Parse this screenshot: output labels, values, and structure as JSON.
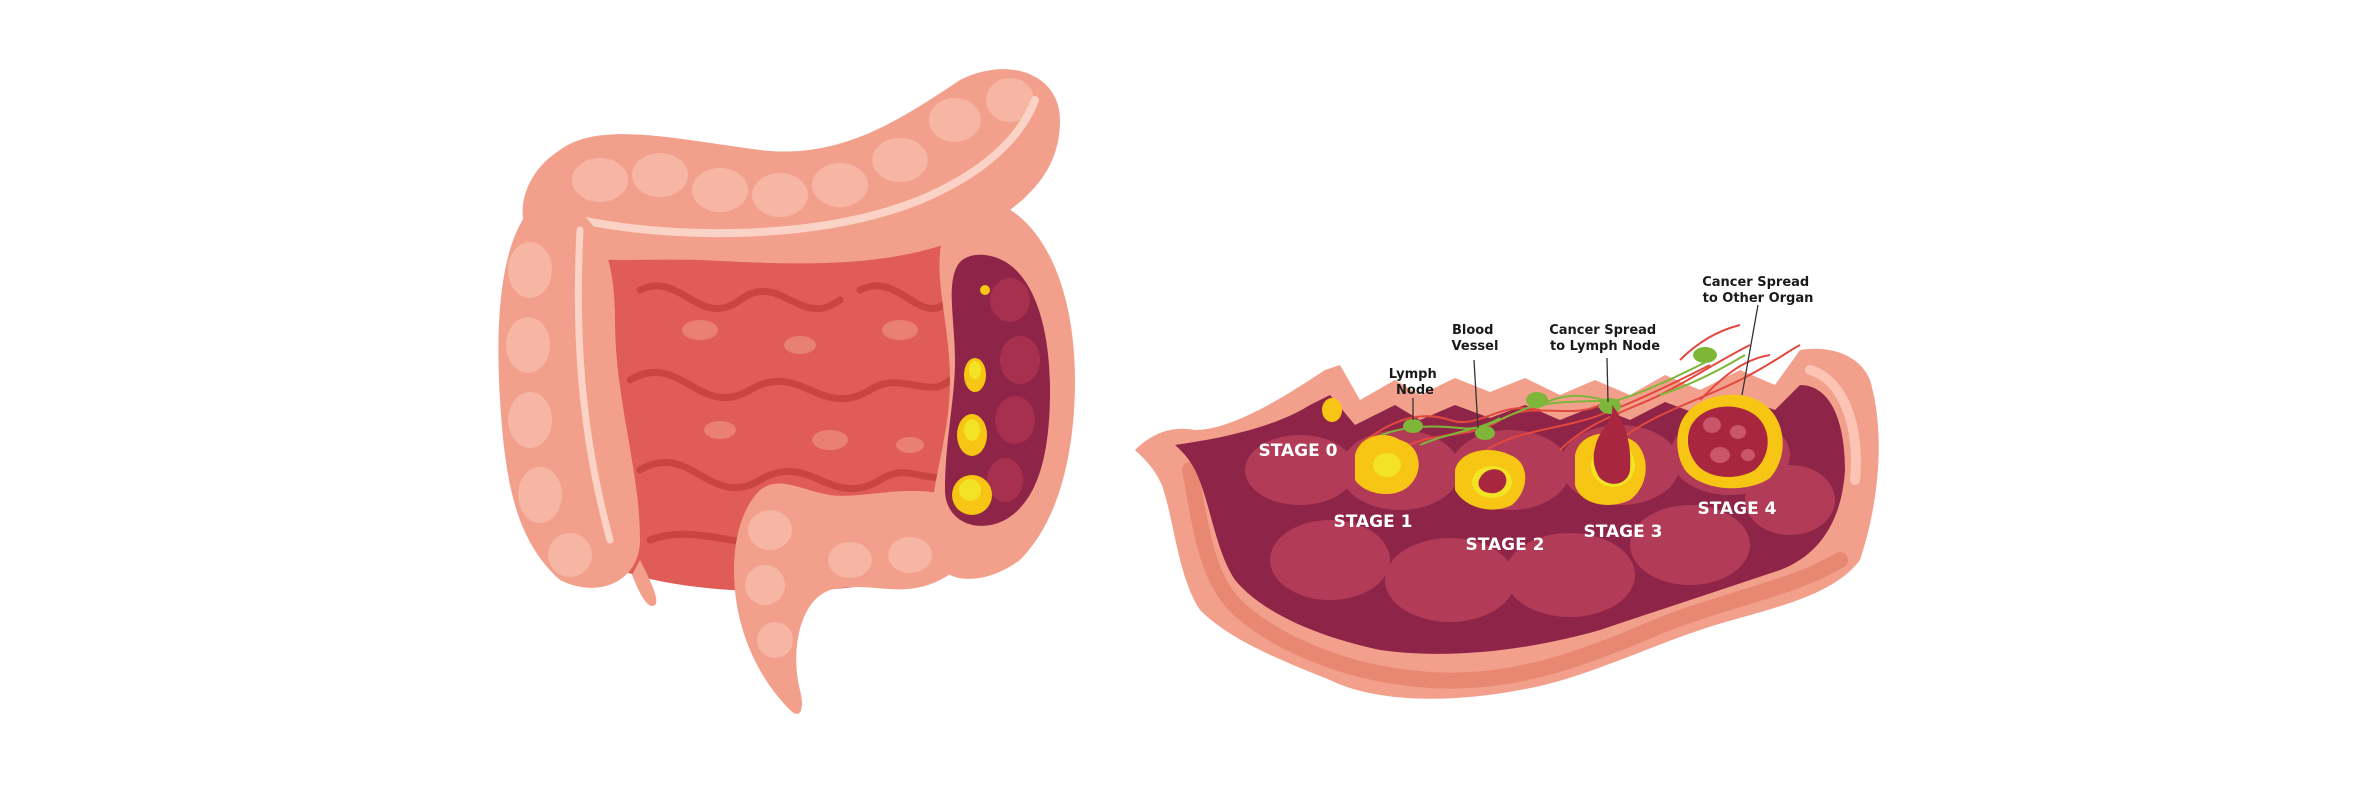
{
  "annotations": {
    "lymph_node": [
      "Lymph",
      "Node"
    ],
    "blood_vessel": [
      "Blood",
      "Vessel"
    ],
    "lymph_spread": [
      "Cancer Spread",
      "to Lymph Node"
    ],
    "organ_spread": [
      "Cancer Spread",
      "to Other Organ"
    ]
  },
  "stages": {
    "s0": "STAGE 0",
    "s1": "STAGE 1",
    "s2": "STAGE 2",
    "s3": "STAGE 3",
    "s4": "STAGE 4"
  },
  "colors": {
    "colon_outer": "#f2a08c",
    "colon_shadow": "#e88873",
    "colon_highlight": "#fbc4b4",
    "small_intestine": "#e05c56",
    "intestine_fold": "#cf4a47",
    "lumen_dark": "#8e2447",
    "lumen_mid": "#a8304f",
    "tumor_yellow": "#f7c614",
    "tumor_core": "#f2e324",
    "tumor_dark": "#a8263f",
    "lymph_green": "#7eb63a",
    "vessel_red": "#e2493e"
  }
}
